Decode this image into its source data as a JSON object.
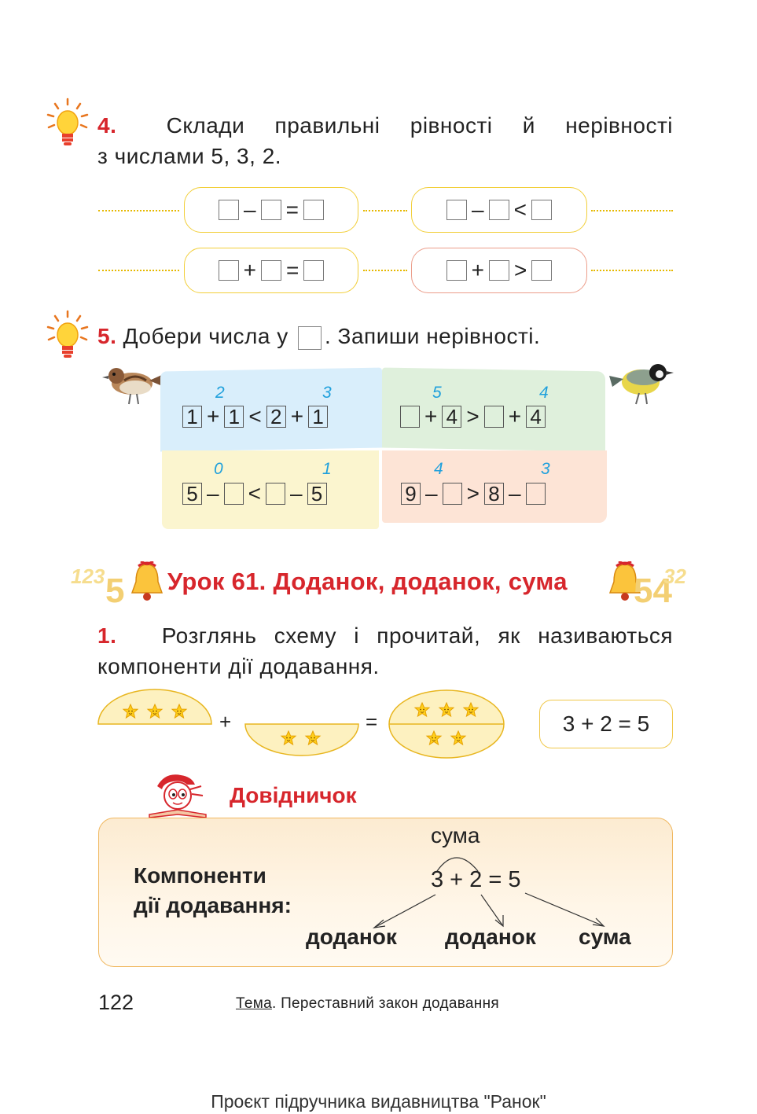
{
  "task4": {
    "number": "4.",
    "line1": "Склади правильні рівності й нерівності",
    "line2": "з числами 5, 3, 2.",
    "rows": [
      [
        {
          "op1": "–",
          "op2": "="
        },
        {
          "op1": "–",
          "op2": "<"
        }
      ],
      [
        {
          "op1": "+",
          "op2": "="
        },
        {
          "op1": "+",
          "op2": ">"
        }
      ]
    ]
  },
  "task5": {
    "number": "5.",
    "text_before": "Добери числа у",
    "text_after": ". Запиши нерівності.",
    "cells": [
      {
        "hints": [
          "2",
          "3"
        ],
        "boxes": [
          "1",
          "1",
          "2",
          "1"
        ],
        "ops": [
          "+",
          "<",
          "+"
        ]
      },
      {
        "hints": [
          "5",
          "4"
        ],
        "boxes": [
          "",
          "4",
          "",
          "4"
        ],
        "ops": [
          "+",
          ">",
          "+"
        ]
      },
      {
        "hints": [
          "0",
          "1"
        ],
        "boxes": [
          "5",
          "",
          "",
          "5"
        ],
        "ops": [
          "–",
          "<",
          "–"
        ]
      },
      {
        "hints": [
          "4",
          "3"
        ],
        "boxes": [
          "9",
          "",
          "8",
          ""
        ],
        "ops": [
          "–",
          ">",
          "–"
        ]
      }
    ],
    "colors": {
      "blue": "#d9eefb",
      "green": "#dff0dc",
      "yellow": "#fbf5cf",
      "peach": "#fde4d6"
    }
  },
  "lesson": {
    "title": "Урок 61. Доданок, доданок, сума"
  },
  "task1": {
    "number": "1.",
    "line1": "Розглянь схему і прочитай, як називаються",
    "line2": "компоненти дії додавання.",
    "plus": "+",
    "equals": "=",
    "result": "3 + 2 = 5"
  },
  "reference": {
    "title": "Довідничок",
    "label_line1": "Компоненти",
    "label_line2": "дії додавання:",
    "top_word": "сума",
    "expression": "3 + 2 = 5",
    "words": [
      "доданок",
      "доданок",
      "сума"
    ]
  },
  "footer": {
    "page_number": "122",
    "topic_label": "Тема",
    "topic_text": ". Переставний закон додавання",
    "project": "Проєкт підручника видавництва \"Ранок\""
  }
}
